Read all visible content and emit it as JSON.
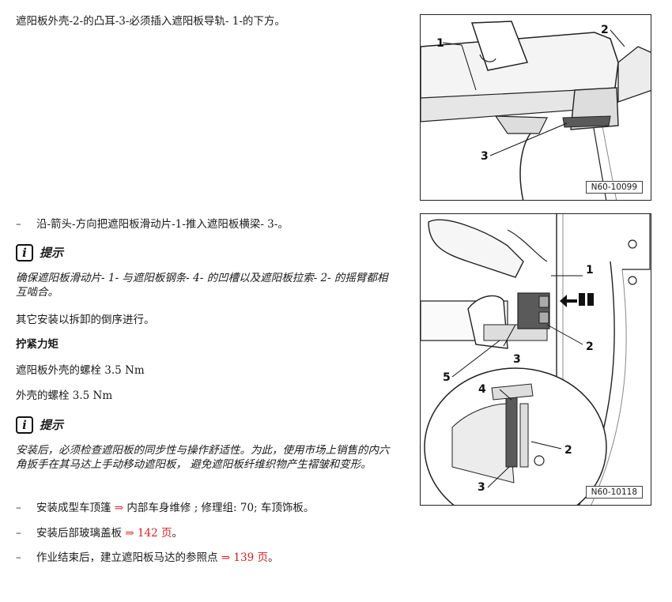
{
  "intro": {
    "text": "遮阳板外壳-2-的凸耳-3-必须插入遮阳板导轨- 1-的下方。"
  },
  "step_slide": {
    "dash": "–",
    "text": "沿-箭头-方向把遮阳板滑动片-1-推入遮阳板横梁- 3-。"
  },
  "note1": {
    "icon": "i",
    "title": "提示",
    "text": "确保遮阳板滑动片- 1- 与遮阳板钢条- 4- 的凹槽以及遮阳板拉索- 2- 的摇臂都相互啮合。"
  },
  "reverse_text": "其它安装以拆卸的倒序进行。",
  "torque": {
    "heading": "拧紧力矩",
    "items": [
      "遮阳板外壳的螺栓 3.5 Nm",
      "外壳的螺栓 3.5 Nm"
    ]
  },
  "note2": {
    "icon": "i",
    "title": "提示",
    "text": "安装后，必须检查遮阳板的同步性与操作舒适性。为此，使用市场上销售的内六角扳手在其马达上手动移动遮阳板， 避免遮阳板纤维织物产生褶皱和变形。"
  },
  "steps": [
    {
      "dash": "–",
      "before": "安装成型车顶篷",
      "arrow": "⇒",
      "after": " 内部车身维修 ; 修理组: 70; 车顶饰板。",
      "link": ""
    },
    {
      "dash": "–",
      "before": "安装后部玻璃盖板",
      "arrow": "⇒",
      "after": "。",
      "link": "142 页"
    },
    {
      "dash": "–",
      "before": "作业结束后，建立遮阳板马达的参照点",
      "arrow": "⇒",
      "after": "。",
      "link": "139 页"
    }
  ],
  "figure1": {
    "id": "N60-10099",
    "callouts": [
      "1",
      "2",
      "3"
    ]
  },
  "figure2": {
    "id": "N60-10118",
    "callouts": [
      "1",
      "2",
      "3",
      "5",
      "4",
      "2",
      "3"
    ]
  },
  "colors": {
    "link": "#d32020",
    "part_shade": "#5a5a5a"
  }
}
